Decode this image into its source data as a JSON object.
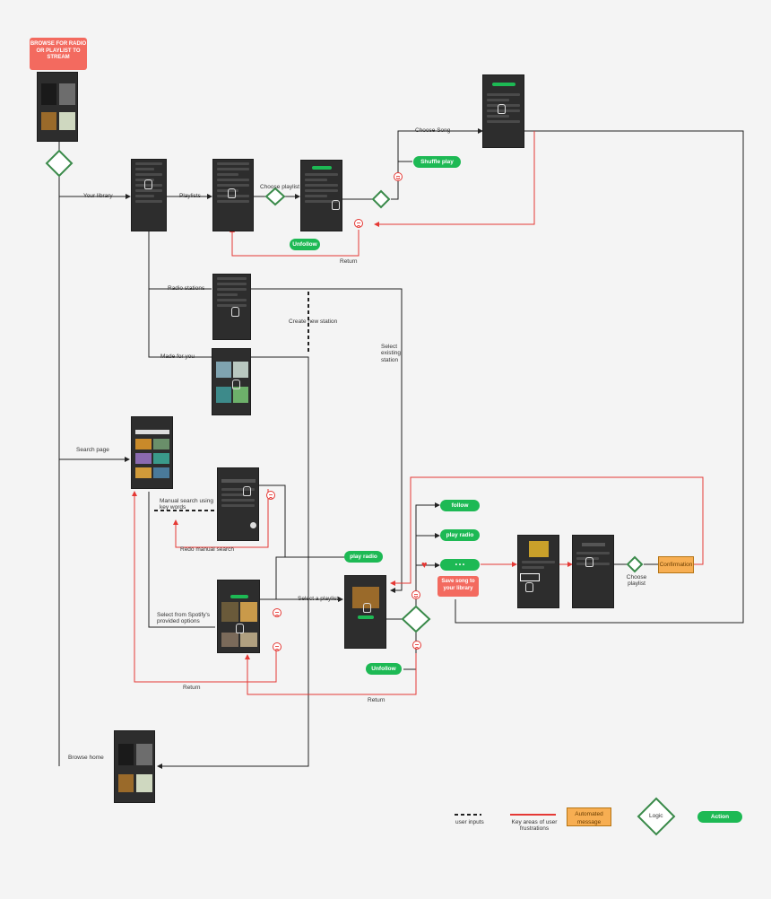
{
  "start_box": "BROWSE FOR RADIO OR PLAYLIST TO STREAM",
  "labels": {
    "your_library": "Your library",
    "playlists": "Playlists",
    "choose_playlist": "Choose playlist",
    "choose_song": "Choose Song",
    "return_1": "Return",
    "radio_stations": "Radio stations",
    "create_new_station": "Create new station",
    "select_existing_station": "Select existing station",
    "made_for_you": "Made for you",
    "search_page": "Search page",
    "manual_search": "Manual search using key words",
    "redo_manual_search": "Redo manual search",
    "select_a_playlist": "Select a playlist",
    "select_from_spotify": "Select from Spotify's provided options",
    "return_2": "Return",
    "return_3": "Return",
    "choose_playlist_2": "Choose playlist",
    "browse_home": "Browse home"
  },
  "actions": {
    "shuffle_play": "Shuffle play",
    "unfollow_1": "Unfollow",
    "follow": "follow",
    "play_radio_1": "play radio",
    "more": "• • •",
    "play_radio_2": "play radio",
    "unfollow_2": "Unfollow"
  },
  "save_song": "Save song to your library",
  "confirmation": "Confirmation",
  "legend": {
    "user_inputs": "user inputs",
    "frustrations": "Key areas of user frustrations",
    "automated": "Automated message",
    "logic": "Logic",
    "action": "Action"
  },
  "colors": {
    "flow_line": "#222222",
    "frustration_line": "#e53935",
    "action_green": "#1db954",
    "logic_green": "#3a8a4a",
    "start_red": "#f36a5f",
    "automated_orange": "#f7ae52"
  }
}
